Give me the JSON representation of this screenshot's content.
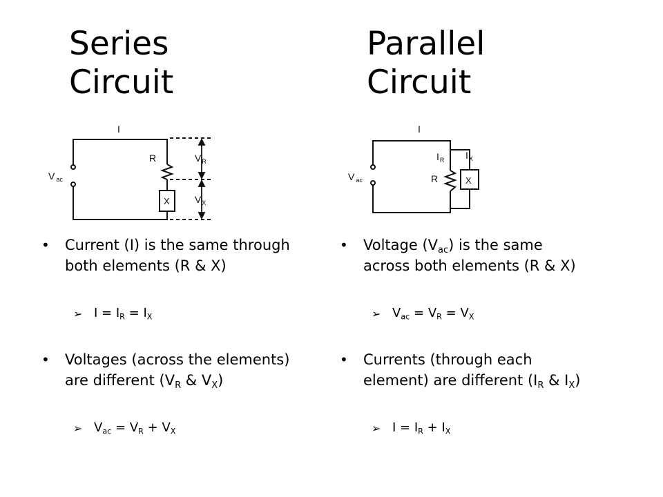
{
  "series": {
    "title_line1": "Series",
    "title_line2": "Circuit",
    "diagram": {
      "current_label": "I",
      "source_label": "V",
      "source_sub": "ac",
      "resistor_label": "R",
      "element_label": "X",
      "vr_label": "V",
      "vr_sub": "R",
      "vx_label": "V",
      "vx_sub": "X"
    },
    "bullet1": {
      "pre": "Current (I) is the same through both elements (R & X)"
    },
    "formula1": {
      "a": "I = I",
      "a_sub": "R",
      "b": " = I",
      "b_sub": "X"
    },
    "bullet2": {
      "pre": "Voltages (across the elements) are different (V",
      "sub1": "R",
      "mid": " & V",
      "sub2": "X",
      "post": ")"
    },
    "formula2": {
      "a": "V",
      "a_sub": "ac",
      "b": " = V",
      "b_sub": "R",
      "c": " + V",
      "c_sub": "X"
    }
  },
  "parallel": {
    "title_line1": "Parallel",
    "title_line2": "Circuit",
    "diagram": {
      "current_label": "I",
      "source_label": "V",
      "source_sub": "ac",
      "resistor_label": "R",
      "element_label": "X",
      "ir_label": "I",
      "ir_sub": "R",
      "ix_label": "I",
      "ix_sub": "X"
    },
    "bullet1": {
      "pre": "Voltage (V",
      "sub1": "ac",
      "post": ") is the same across both elements (R & X)"
    },
    "formula1": {
      "a": "V",
      "a_sub": "ac",
      "b": " = V",
      "b_sub": "R",
      "c": " = V",
      "c_sub": "X"
    },
    "bullet2": {
      "pre": "Currents (through each element) are different (I",
      "sub1": "R",
      "mid": " & I",
      "sub2": "X",
      "post": ")"
    },
    "formula2": {
      "a": "I = I",
      "a_sub": "R",
      "b": " + I",
      "b_sub": "X"
    }
  }
}
